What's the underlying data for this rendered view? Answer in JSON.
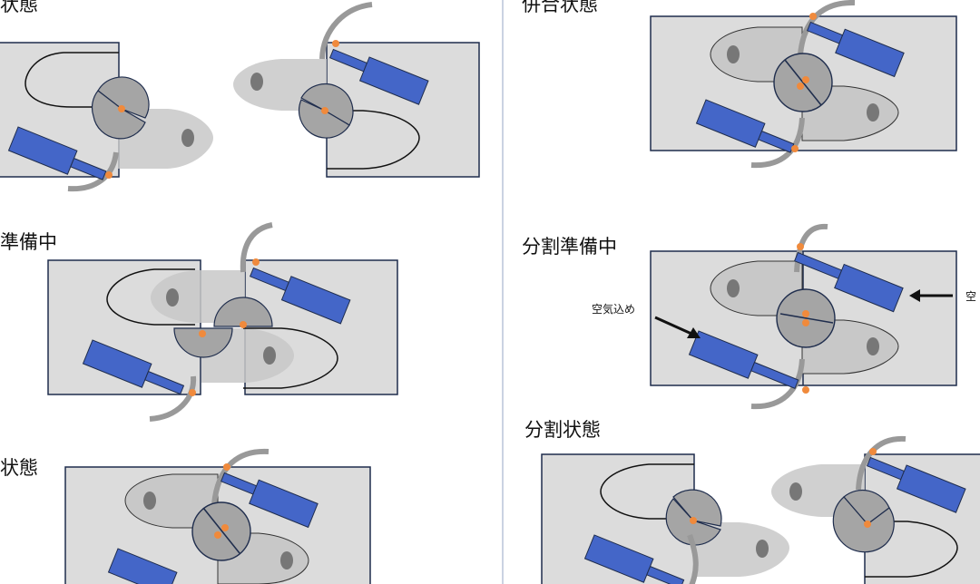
{
  "panels": {
    "left_top": "状態",
    "left_mid": "準備中",
    "left_bottom": "状態",
    "right_top": "併合状態",
    "right_mid": "分割準備中",
    "right_bottom": "分割状態"
  },
  "annotations": {
    "air_left": "空気込め",
    "air_right": "空"
  },
  "colors": {
    "frame_fill": "#dcdcdc",
    "frame_stroke": "#1f2d4d",
    "actuator": "#4466c8",
    "arc": "#999999",
    "joint": "#a5a5a5",
    "pin": "#f08a3c",
    "divider": "#b8c4d8"
  }
}
